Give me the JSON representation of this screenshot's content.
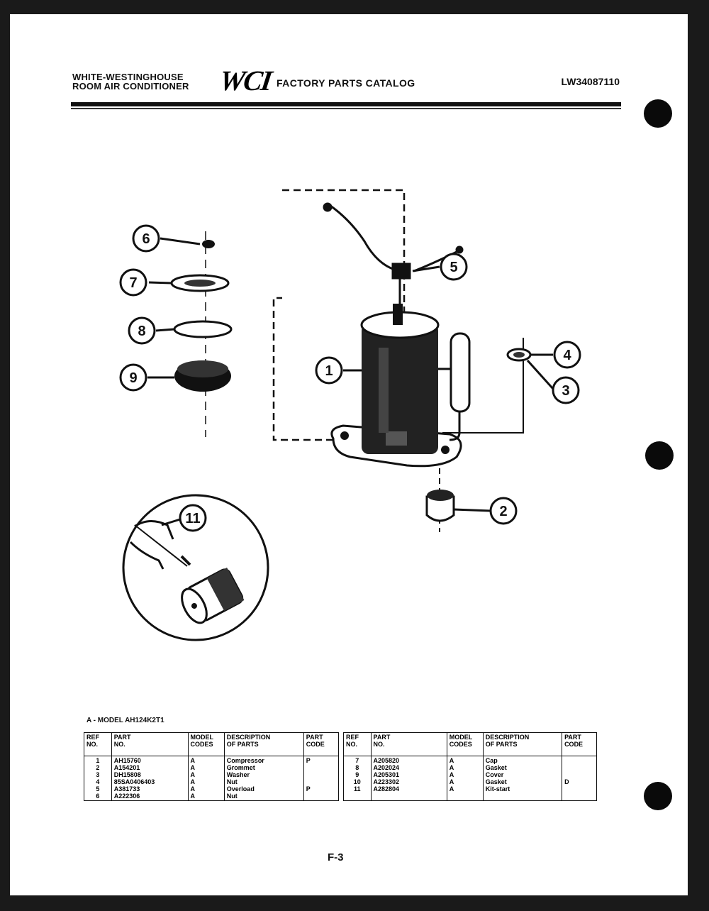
{
  "header": {
    "brand_line1": "WHITE-WESTINGHOUSE",
    "brand_line2": "ROOM AIR CONDITIONER",
    "logo": "WCI",
    "title": "FACTORY PARTS CATALOG",
    "catalog_number": "LW34087110"
  },
  "callouts": [
    "6",
    "7",
    "8",
    "9",
    "1",
    "5",
    "4",
    "3",
    "2",
    "11"
  ],
  "model_line": "A - MODEL  AH124K2T1",
  "table": {
    "headers": {
      "ref": [
        "REF",
        "NO."
      ],
      "part": [
        "PART",
        "NO."
      ],
      "model": [
        "MODEL",
        "CODES"
      ],
      "desc": [
        "DESCRIPTION",
        "OF PARTS"
      ],
      "pcode": [
        "PART",
        "CODE"
      ]
    },
    "left_rows": [
      {
        "ref": "1",
        "part": "AH15760",
        "model": "A",
        "desc": "Compressor",
        "pcode": "P"
      },
      {
        "ref": "2",
        "part": "A154201",
        "model": "A",
        "desc": "Grommet",
        "pcode": ""
      },
      {
        "ref": "3",
        "part": "DH15808",
        "model": "A",
        "desc": "Washer",
        "pcode": ""
      },
      {
        "ref": "4",
        "part": "85SA0406403",
        "model": "A",
        "desc": "Nut",
        "pcode": ""
      },
      {
        "ref": "5",
        "part": "A381733",
        "model": "A",
        "desc": "Overload",
        "pcode": "P"
      },
      {
        "ref": "6",
        "part": "A222306",
        "model": "A",
        "desc": "Nut",
        "pcode": ""
      }
    ],
    "right_rows": [
      {
        "ref": "7",
        "part": "A205820",
        "model": "A",
        "desc": "Cap",
        "pcode": ""
      },
      {
        "ref": "8",
        "part": "A202024",
        "model": "A",
        "desc": "Gasket",
        "pcode": ""
      },
      {
        "ref": "9",
        "part": "A205301",
        "model": "A",
        "desc": "Cover",
        "pcode": ""
      },
      {
        "ref": "10",
        "part": "A223302",
        "model": "A",
        "desc": "Gasket",
        "pcode": "D"
      },
      {
        "ref": "11",
        "part": "A282804",
        "model": "A",
        "desc": "Kit-start",
        "pcode": ""
      }
    ]
  },
  "page_number": "F-3"
}
